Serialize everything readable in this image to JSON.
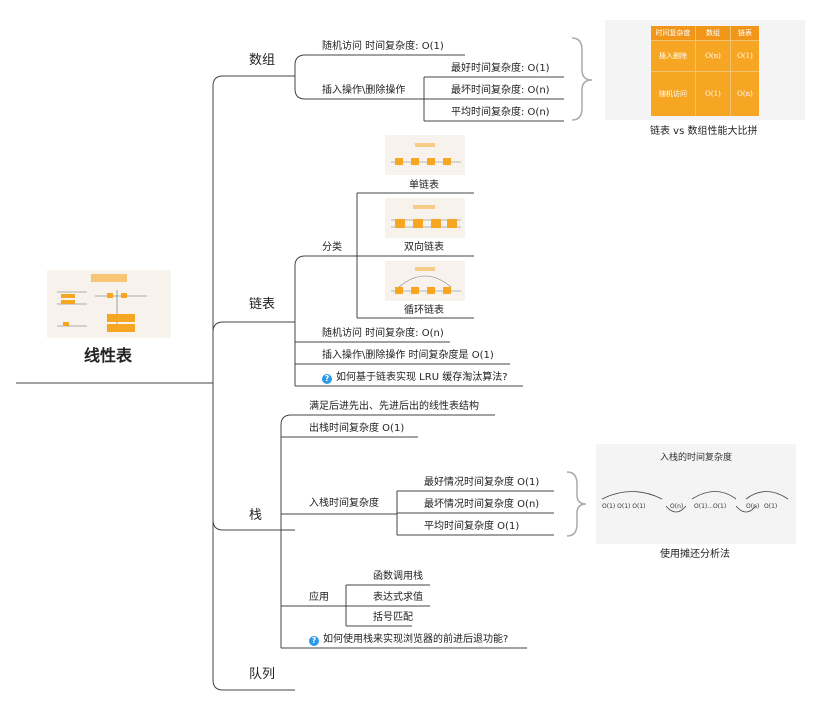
{
  "root": {
    "title": "线性表"
  },
  "array": {
    "label": "数组",
    "random_access": "随机访问 时间复杂度: O(1)",
    "insert_delete": "插入操作\\删除操作",
    "best": "最好时间复杂度: O(1)",
    "worst": "最坏时间复杂度: O(n)",
    "average": "平均时间复杂度: O(n)",
    "image_caption": "链表 vs 数组性能大比拼",
    "table": {
      "header": [
        "时间复杂度",
        "数组",
        "链表"
      ],
      "rows": [
        [
          "插入删除",
          "O(n)",
          "O(1)"
        ],
        [
          "随机访问",
          "O(1)",
          "O(n)"
        ]
      ]
    }
  },
  "linked_list": {
    "label": "链表",
    "classify": "分类",
    "singly": "单链表",
    "doubly": "双向链表",
    "circular": "循环链表",
    "random_access": "随机访问 时间复杂度: O(n)",
    "insert_delete": "插入操作\\删除操作 时间复杂度是 O(1)",
    "lru_question": "如何基于链表实现 LRU 缓存淘汰算法?"
  },
  "stack": {
    "label": "栈",
    "definition": "满足后进先出、先进后出的线性表结构",
    "pop": "出栈时间复杂度 O(1)",
    "push": "入栈时间复杂度",
    "push_best": "最好情况时间复杂度 O(1)",
    "push_worst": "最坏情况时间复杂度 O(n)",
    "push_average": "平均时间复杂度 O(1)",
    "push_image_title": "入栈的时间复杂度",
    "push_image_caption": "使用摊还分析法",
    "application": "应用",
    "app_call": "函数调用栈",
    "app_expr": "表达式求值",
    "app_bracket": "括号匹配",
    "browser_question": "如何使用栈来实现浏览器的前进后退功能?"
  },
  "queue": {
    "label": "队列"
  },
  "colors": {
    "line": "#444444",
    "accent": "#f6a623",
    "question": "#2b9be8"
  }
}
